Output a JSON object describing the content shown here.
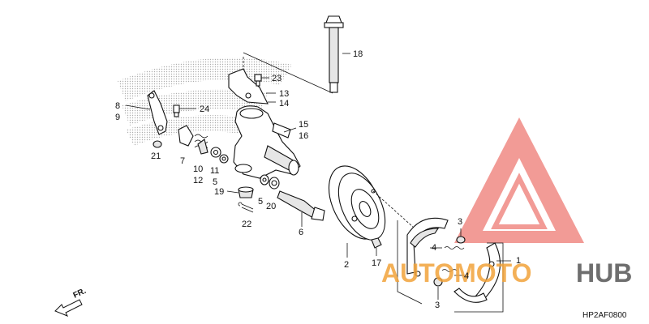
{
  "diagram": {
    "code": "HP2AF0800",
    "direction_label": "FR.",
    "callouts": [
      {
        "id": "c1",
        "text": "1"
      },
      {
        "id": "c2",
        "text": "2"
      },
      {
        "id": "c3a",
        "text": "3"
      },
      {
        "id": "c3b",
        "text": "3"
      },
      {
        "id": "c4a",
        "text": "4"
      },
      {
        "id": "c4b",
        "text": "4"
      },
      {
        "id": "c5a",
        "text": "5"
      },
      {
        "id": "c5b",
        "text": "5"
      },
      {
        "id": "c6",
        "text": "6"
      },
      {
        "id": "c7",
        "text": "7"
      },
      {
        "id": "c8",
        "text": "8"
      },
      {
        "id": "c9",
        "text": "9"
      },
      {
        "id": "c10",
        "text": "10"
      },
      {
        "id": "c11",
        "text": "11"
      },
      {
        "id": "c12",
        "text": "12"
      },
      {
        "id": "c13",
        "text": "13"
      },
      {
        "id": "c14",
        "text": "14"
      },
      {
        "id": "c15",
        "text": "15"
      },
      {
        "id": "c16",
        "text": "16"
      },
      {
        "id": "c17",
        "text": "17"
      },
      {
        "id": "c18",
        "text": "18"
      },
      {
        "id": "c19",
        "text": "19"
      },
      {
        "id": "c20",
        "text": "20"
      },
      {
        "id": "c21",
        "text": "21"
      },
      {
        "id": "c22",
        "text": "22"
      },
      {
        "id": "c23",
        "text": "23"
      },
      {
        "id": "c24",
        "text": "24"
      }
    ]
  },
  "watermark": {
    "part1": "AUTOMOTO",
    "part2": "HUB",
    "color_red": "#e8443a",
    "color_orange": "#f2a33a",
    "color_gray": "#555555"
  }
}
